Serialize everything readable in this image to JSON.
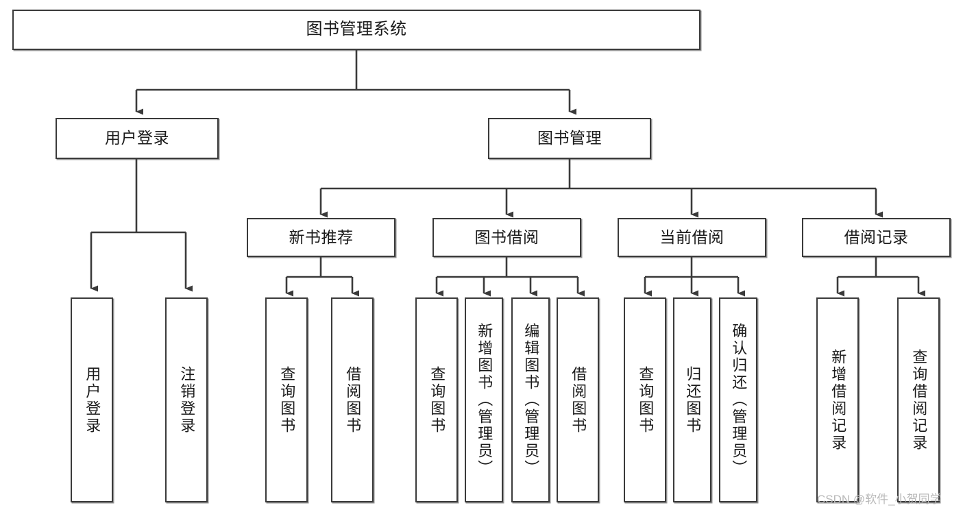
{
  "diagram": {
    "title": "图书管理系统",
    "type": "tree-hierarchy",
    "watermark": "CSDN @软件_小贺同学",
    "colors": {
      "background": "#ffffff",
      "node_border": "#3a3a3a",
      "node_fill": "#ffffff",
      "edge": "#3a3a3a",
      "text": "#1a1a1a",
      "watermark": "#b9b9b9"
    },
    "nodes": {
      "root": {
        "label": "图书管理系统"
      },
      "level1": [
        {
          "id": "user-login",
          "label": "用户登录"
        },
        {
          "id": "book-manage",
          "label": "图书管理"
        }
      ],
      "level2": [
        {
          "id": "new-book-recommend",
          "label": "新书推荐"
        },
        {
          "id": "book-borrow",
          "label": "图书借阅"
        },
        {
          "id": "current-borrow",
          "label": "当前借阅"
        },
        {
          "id": "borrow-record",
          "label": "借阅记录"
        }
      ],
      "leaves": {
        "user_login": [
          {
            "id": "leaf-user-login",
            "label": "用户登录"
          },
          {
            "id": "leaf-logout-login",
            "label": "注销登录"
          }
        ],
        "new_book_recommend": [
          {
            "id": "leaf-query-book-1",
            "label": "查询图书"
          },
          {
            "id": "leaf-borrow-book-1",
            "label": "借阅图书"
          }
        ],
        "book_borrow": [
          {
            "id": "leaf-query-book-2",
            "label": "查询图书"
          },
          {
            "id": "leaf-add-book",
            "label": "新增图书（管理员）"
          },
          {
            "id": "leaf-edit-book",
            "label": "编辑图书（管理员）"
          },
          {
            "id": "leaf-borrow-book-2",
            "label": "借阅图书"
          }
        ],
        "current_borrow": [
          {
            "id": "leaf-query-book-3",
            "label": "查询图书"
          },
          {
            "id": "leaf-return-book",
            "label": "归还图书"
          },
          {
            "id": "leaf-confirm-return",
            "label": "确认归还（管理员）"
          }
        ],
        "borrow_record": [
          {
            "id": "leaf-add-record",
            "label": "新增借阅记录"
          },
          {
            "id": "leaf-query-record",
            "label": "查询借阅记录"
          }
        ]
      }
    }
  }
}
